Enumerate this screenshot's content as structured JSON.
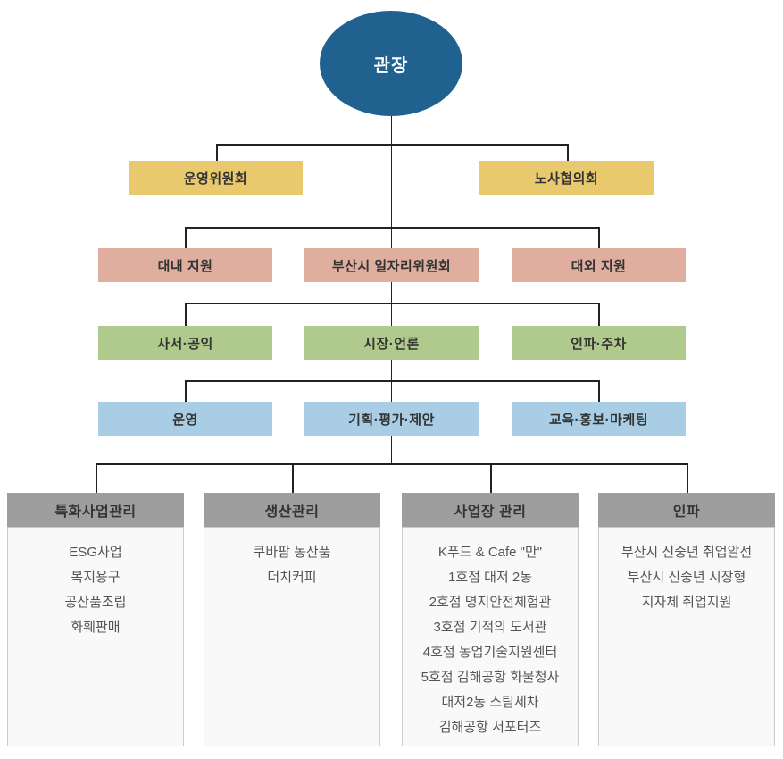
{
  "root": {
    "label": "관장",
    "color": "#20618f",
    "text_color": "#ffffff"
  },
  "level2": {
    "color": "#e9c96e",
    "nodes": [
      {
        "label": "운영위원회"
      },
      {
        "label": "노사협의회"
      }
    ]
  },
  "level3": {
    "color": "#dfae9f",
    "nodes": [
      {
        "label": "대내 지원"
      },
      {
        "label": "부산시 일자리위원회"
      },
      {
        "label": "대외 지원"
      }
    ]
  },
  "level4": {
    "color": "#b0ca8e",
    "nodes": [
      {
        "label": "사서·공익"
      },
      {
        "label": "시장·언론"
      },
      {
        "label": "인파·주차"
      }
    ]
  },
  "level5": {
    "color": "#a9cde5",
    "nodes": [
      {
        "label": "운영"
      },
      {
        "label": "기획·평가·제안"
      },
      {
        "label": "교육·홍보·마케팅"
      }
    ]
  },
  "columns": [
    {
      "header": "특화사업관리",
      "items": [
        "ESG사업",
        "복지용구",
        "공산품조립",
        "화훼판매"
      ]
    },
    {
      "header": "생산관리",
      "items": [
        "쿠바팜 농산품",
        "더치커피"
      ]
    },
    {
      "header": "사업장 관리",
      "items": [
        "K푸드 & Cafe \"만\"",
        "1호점 대저 2동",
        "2호점 명지안전체험관",
        "3호점 기적의 도서관",
        "4호점 농업기술지원센터",
        "5호점 김해공항 화물청사",
        "대저2동 스팀세차",
        "김해공항 서포터즈"
      ]
    },
    {
      "header": "인파",
      "items": [
        "부산시 신중년 취업알선",
        "부산시 신중년 시장형",
        "지자체 취업지원"
      ]
    }
  ],
  "header_bg_color": "#9e9e9e",
  "line_color": "#222222"
}
